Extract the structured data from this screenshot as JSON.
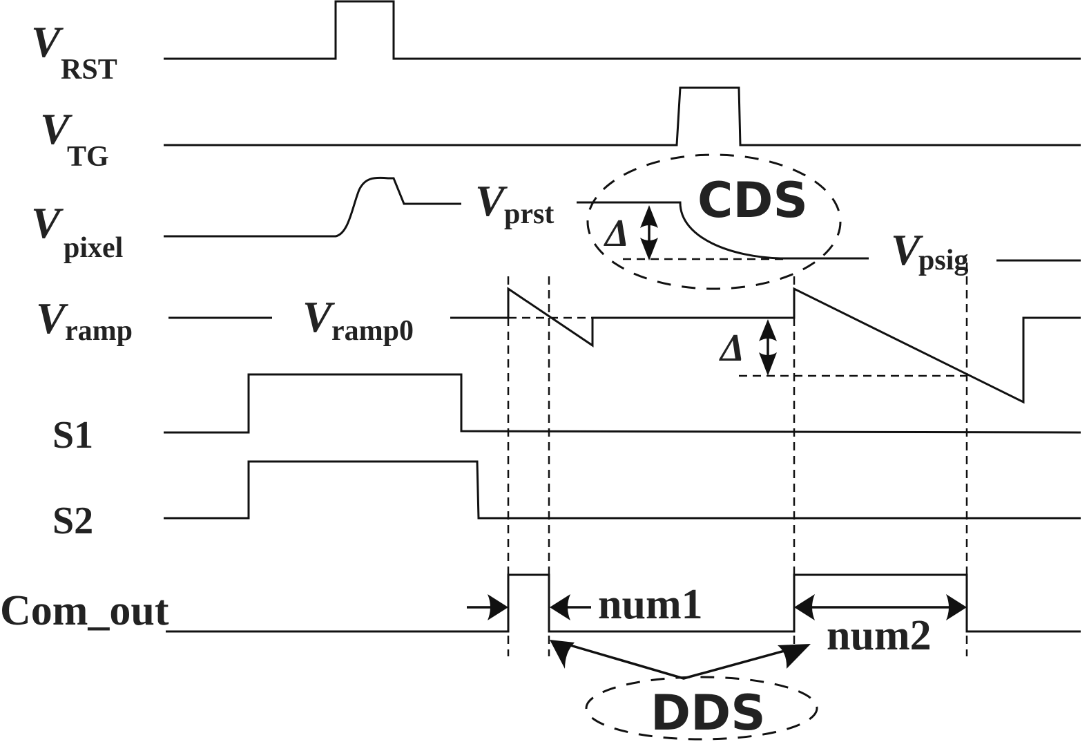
{
  "title": "Timing diagram of CDS and DDS readout",
  "signals": [
    {
      "id": "vrst",
      "symbol": "V",
      "subscript": "RST"
    },
    {
      "id": "vtg",
      "symbol": "V",
      "subscript": "TG"
    },
    {
      "id": "vpixel",
      "symbol": "V",
      "subscript": "pixel"
    },
    {
      "id": "vramp",
      "symbol": "V",
      "subscript": "ramp"
    },
    {
      "id": "s1",
      "label": "S1"
    },
    {
      "id": "s2",
      "label": "S2"
    },
    {
      "id": "comout",
      "label": "Com_out"
    }
  ],
  "annotations": {
    "vprst": {
      "symbol": "V",
      "subscript": "prst"
    },
    "vpsig": {
      "symbol": "V",
      "subscript": "psig"
    },
    "vramp0": {
      "symbol": "V",
      "subscript": "ramp0"
    },
    "delta": "Δ",
    "cds": "CDS",
    "dds": "DDS",
    "num1": "num1",
    "num2": "num2"
  }
}
